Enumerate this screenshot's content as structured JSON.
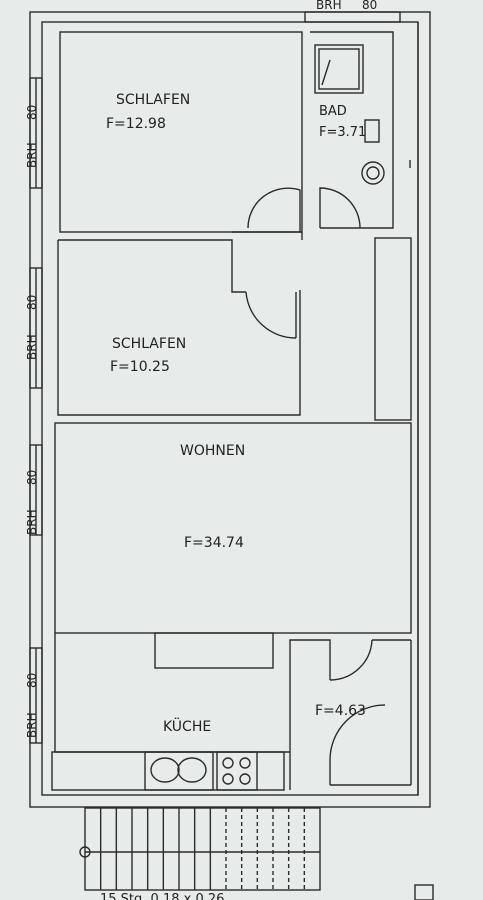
{
  "colors": {
    "paper": "#e7ecea",
    "ink": "#2b2b2b"
  },
  "rooms": [
    {
      "name": "SCHLAFEN",
      "area": "F=12.98"
    },
    {
      "name": "BAD",
      "area": "F=3.71"
    },
    {
      "name": "SCHLAFEN",
      "area": "F=10.25"
    },
    {
      "name": "WOHNEN",
      "area": "F=34.74"
    },
    {
      "name": "KÜCHE",
      "area": ""
    },
    {
      "name": "",
      "area": "F=4.63"
    }
  ],
  "window_labels": {
    "top": {
      "brh": "BRH",
      "height": "80"
    },
    "left": [
      {
        "brh": "BRH",
        "height": "80"
      },
      {
        "brh": "BRH",
        "height": "80"
      },
      {
        "brh": "BRH",
        "height": "80"
      },
      {
        "brh": "BRH",
        "height": "80"
      }
    ]
  },
  "bottom_dimension": "15 Stg. 0.18 x 0.26"
}
